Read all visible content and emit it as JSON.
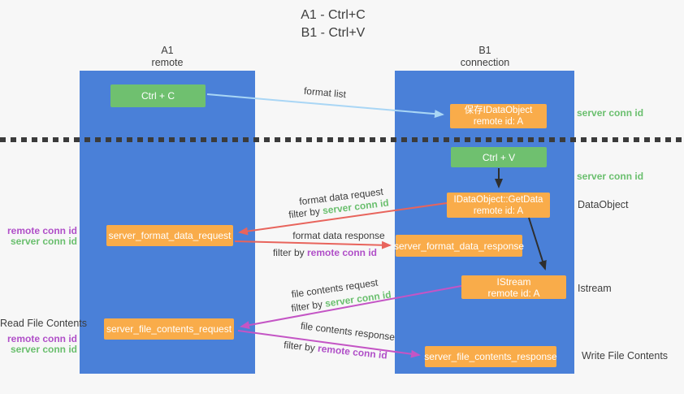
{
  "title": {
    "line1": "A1 - Ctrl+C",
    "line2": "B1 - Ctrl+V"
  },
  "lanes": {
    "left": {
      "name": "A1",
      "subtitle": "remote"
    },
    "right": {
      "name": "B1",
      "subtitle": "connection"
    }
  },
  "nodes": {
    "ctrl_c": {
      "label": "Ctrl + C"
    },
    "ctrl_v": {
      "label": "Ctrl + V"
    },
    "save_dataobject": {
      "line1": "保存IDataObject",
      "line2": "remote id: A"
    },
    "getdata": {
      "line1": "IDataObject::GetData",
      "line2": "remote id: A"
    },
    "istream": {
      "line1": "IStream",
      "line2": "remote id: A"
    },
    "format_request": {
      "label": "server_format_data_request"
    },
    "format_response": {
      "label": "server_format_data_response"
    },
    "file_request": {
      "label": "server_file_contents_request"
    },
    "file_response": {
      "label": "server_file_contents_response"
    }
  },
  "flow_labels": {
    "format_list": "format list",
    "format_data_request": "format data request",
    "format_data_response": "format data response",
    "file_contents_request": "file contents request",
    "file_contents_response": "file contents response",
    "filter_by": "filter by",
    "server_conn_id": "server conn id",
    "remote_conn_id": "remote conn id"
  },
  "side_labels": {
    "left": {
      "remote_conn_id": "remote conn id",
      "server_conn_id": "server conn id",
      "read_file_contents": "Read File Contents"
    },
    "right": {
      "server_conn_id": "server conn id",
      "dataobject": "DataObject",
      "istream": "Istream",
      "write_file_contents": "Write File Contents"
    }
  },
  "colors": {
    "lane_blue": "#4a80d8",
    "node_green": "#6fc06f",
    "node_orange": "#f9ac4a",
    "arrow_light_blue": "#a9d6f5",
    "arrow_red": "#e8645c",
    "arrow_magenta": "#c455c5",
    "arrow_black": "#2e2e2e",
    "text_green": "#6abf6e",
    "text_purple": "#b04fc8",
    "text_dark": "#3d3d3d"
  }
}
